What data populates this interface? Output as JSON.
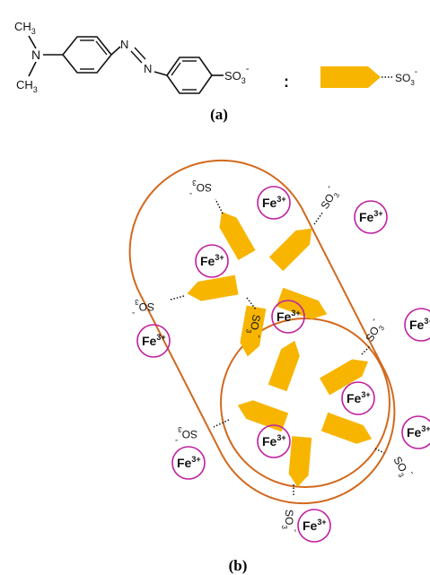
{
  "panel_a": {
    "caption": "(a)",
    "dimethylamino": {
      "n_label": "N",
      "methyl_label": "CH",
      "methyl_sub": "3"
    },
    "azo": {
      "n1": "N",
      "n2": "N"
    },
    "sulfonate": {
      "group": "SO",
      "sub": "3",
      "charge": "-"
    },
    "separator": ":",
    "legend": {
      "shape_color": "#F7B500",
      "group": "SO",
      "sub": "3",
      "charge": "-"
    }
  },
  "panel_b": {
    "caption": "(b)",
    "capsule_color": "#D2691E",
    "ion_ring_color": "#C020A0",
    "molecule_color": "#F7B500",
    "ion": {
      "symbol": "Fe",
      "charge": "3+"
    },
    "sulfonate": {
      "group": "SO",
      "sub": "3",
      "charge": "-"
    }
  }
}
